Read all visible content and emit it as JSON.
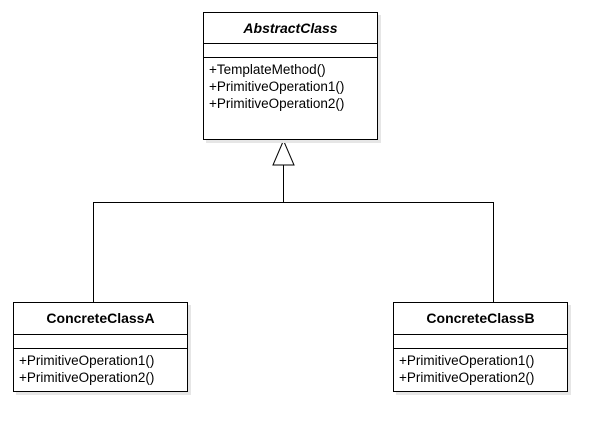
{
  "abstract_class": {
    "name": "AbstractClass",
    "operations": [
      "+TemplateMethod()",
      "+PrimitiveOperation1()",
      "+PrimitiveOperation2()"
    ]
  },
  "concrete_a": {
    "name": "ConcreteClassA",
    "operations": [
      "+PrimitiveOperation1()",
      "+PrimitiveOperation2()"
    ]
  },
  "concrete_b": {
    "name": "ConcreteClassB",
    "operations": [
      "+PrimitiveOperation1()",
      "+PrimitiveOperation2()"
    ]
  },
  "relationship": {
    "type": "generalization",
    "arrowhead": "hollow-triangle",
    "line_color": "#000000"
  }
}
